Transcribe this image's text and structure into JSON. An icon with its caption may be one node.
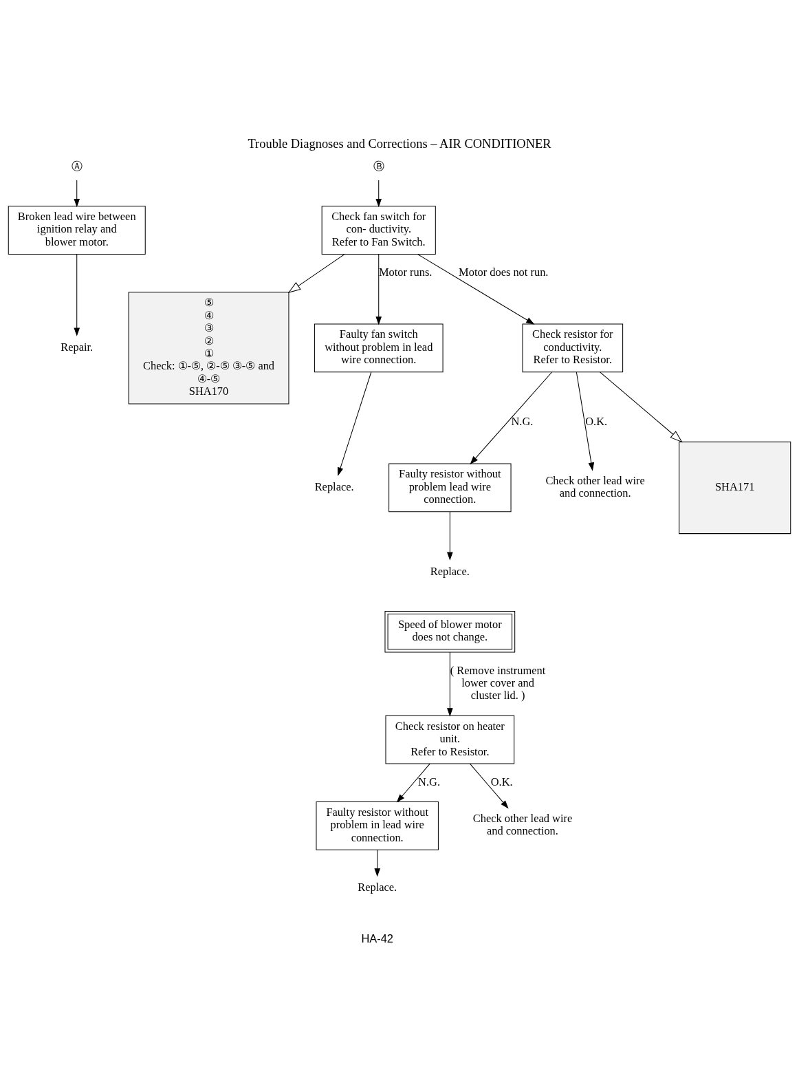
{
  "diagram": {
    "title": "Trouble Diagnoses and Corrections – AIR CONDITIONER",
    "nodes": [
      {
        "text": [
          "Ⓐ"
        ]
      },
      {
        "text": [
          "Ⓑ"
        ]
      },
      {
        "text": [
          "Broken lead wire between ignition relay and blower motor."
        ]
      },
      {
        "text": [
          "Check fan switch for con- ductivity.",
          "Refer to Fan Switch."
        ]
      },
      {
        "text": [
          "⑤",
          "④",
          "③",
          "②",
          "①",
          "Check: ①-⑤, ②-⑤ ③-⑤ and ④-⑤",
          "SHA170"
        ]
      },
      {
        "text": [
          "Repair."
        ]
      },
      {
        "text": [
          "Faulty fan switch without problem in lead wire connection."
        ]
      },
      {
        "text": [
          "Check resistor for conductivity.",
          "Refer to Resistor."
        ]
      },
      {
        "text": [
          "Replace."
        ]
      },
      {
        "text": [
          "Faulty resistor without problem lead wire connection."
        ]
      },
      {
        "text": [
          "Check other lead wire and connection."
        ]
      },
      {
        "text": [
          "SHA171"
        ]
      },
      {
        "text": [
          "Replace."
        ]
      },
      {
        "text": [
          "Speed of blower motor does not change."
        ]
      },
      {
        "text": [
          "Check resistor on heater unit.",
          "Refer to Resistor."
        ]
      },
      {
        "text": [
          "Faulty resistor without problem in lead wire connection."
        ]
      },
      {
        "text": [
          "Check other lead wire and connection."
        ]
      },
      {
        "text": [
          "Replace."
        ]
      }
    ],
    "edges": [
      {
        "from": 0,
        "to": 2,
        "arrow": "to"
      },
      {
        "from": 1,
        "to": 3,
        "arrow": "to"
      },
      {
        "from": 3,
        "to": 4,
        "arrow": "to"
      },
      {
        "from": 2,
        "to": 5,
        "arrow": "to"
      },
      {
        "from": 3,
        "to": 6,
        "arrow": "to",
        "label": "Motor runs."
      },
      {
        "from": 3,
        "to": 7,
        "arrow": "to",
        "label": "Motor does not run."
      },
      {
        "from": 6,
        "to": 8,
        "arrow": "to"
      },
      {
        "from": 7,
        "to": 9,
        "arrow": "to",
        "label": "N.G."
      },
      {
        "from": 7,
        "to": 10,
        "arrow": "to",
        "label": "O.K."
      },
      {
        "from": 7,
        "to": 11,
        "arrow": "to"
      },
      {
        "from": 9,
        "to": 12,
        "arrow": "to"
      },
      {
        "from": 13,
        "to": 14,
        "arrow": "to",
        "label": "( Remove instrument lower cover and cluster lid. )"
      },
      {
        "from": 14,
        "to": 15,
        "arrow": "to",
        "label": "N.G."
      },
      {
        "from": 14,
        "to": 16,
        "arrow": "to",
        "label": "O.K."
      },
      {
        "from": 15,
        "to": 17,
        "arrow": "to"
      }
    ],
    "labels": [
      "HA-42"
    ]
  }
}
